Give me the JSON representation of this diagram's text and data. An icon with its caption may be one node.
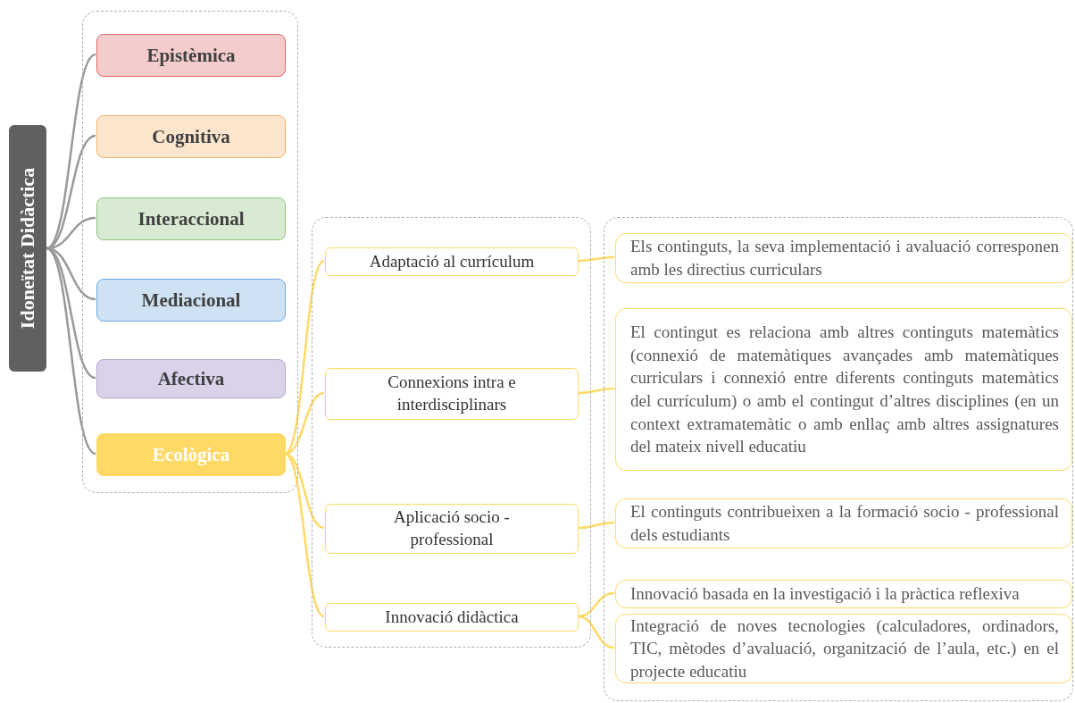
{
  "diagram": {
    "nodes": [
      {
        "text": [
          "Idoneïtat Didàctica"
        ]
      },
      {
        "text": [],
        "shape": "box"
      },
      {
        "text": [
          "Epistèmica"
        ],
        "in": 1
      },
      {
        "text": [
          "Cognitiva"
        ],
        "in": 1
      },
      {
        "text": [
          "Interaccional"
        ],
        "in": 1
      },
      {
        "text": [
          "Mediacional"
        ],
        "in": 1
      },
      {
        "text": [
          "Afectiva"
        ],
        "in": 1
      },
      {
        "text": [
          "Ecològica"
        ],
        "in": 1
      },
      {
        "text": [],
        "shape": "box"
      },
      {
        "text": [
          "Adaptació al currículum"
        ],
        "in": 8
      },
      {
        "text": [
          "Connexions intra e interdisciplinars"
        ],
        "in": 8
      },
      {
        "text": [
          "Aplicació socio - professional"
        ],
        "in": 8
      },
      {
        "text": [
          "Innovació didàctica"
        ],
        "in": 8
      },
      {
        "text": [],
        "shape": "box"
      },
      {
        "text": [
          "Els continguts, la seva implementació i avaluació corresponen amb les directius curriculars"
        ],
        "in": 13
      },
      {
        "text": [
          "El contingut es relaciona amb altres continguts matemàtics (connexió de matemàtiques avançades amb matemàtiques curriculars i connexió entre diferents continguts matemàtics del currículum) o amb el contingut d’altres disciplines (en un context extramatemàtic o amb enllaç amb altres assignatures del mateix nivell educatiu"
        ],
        "in": 13
      },
      {
        "text": [
          "El continguts contribueixen a la formació socio - professional dels estudiants"
        ],
        "in": 13
      },
      {
        "text": [
          "Innovació basada en la investigació i la pràctica reflexiva"
        ],
        "in": 13
      },
      {
        "text": [
          "Integració de noves tecnologies (calculadores, ordinadors, TIC, mètodes d’avaluació, organització de l’aula, etc.) en el projecte educatiu"
        ],
        "in": 13
      }
    ],
    "edges": [
      {
        "from": 0,
        "to": 2,
        "arrow": "none",
        "color": "#999999"
      },
      {
        "from": 0,
        "to": 3,
        "arrow": "none",
        "color": "#999999"
      },
      {
        "from": 0,
        "to": 4,
        "arrow": "none",
        "color": "#999999"
      },
      {
        "from": 0,
        "to": 5,
        "arrow": "none",
        "color": "#999999"
      },
      {
        "from": 0,
        "to": 6,
        "arrow": "none",
        "color": "#999999"
      },
      {
        "from": 0,
        "to": 7,
        "arrow": "none",
        "color": "#999999"
      },
      {
        "from": 7,
        "to": 9,
        "arrow": "none",
        "color": "#ffda66"
      },
      {
        "from": 7,
        "to": 10,
        "arrow": "none",
        "color": "#ffda66"
      },
      {
        "from": 7,
        "to": 11,
        "arrow": "none",
        "color": "#ffda66"
      },
      {
        "from": 7,
        "to": 12,
        "arrow": "none",
        "color": "#ffda66"
      },
      {
        "from": 9,
        "to": 14,
        "arrow": "none",
        "color": "#ffda66"
      },
      {
        "from": 10,
        "to": 15,
        "arrow": "none",
        "color": "#ffda66"
      },
      {
        "from": 11,
        "to": 16,
        "arrow": "none",
        "color": "#ffda66"
      },
      {
        "from": 12,
        "to": 17,
        "arrow": "none",
        "color": "#ffda66"
      },
      {
        "from": 12,
        "to": 18,
        "arrow": "none",
        "color": "#ffda66"
      }
    ]
  }
}
